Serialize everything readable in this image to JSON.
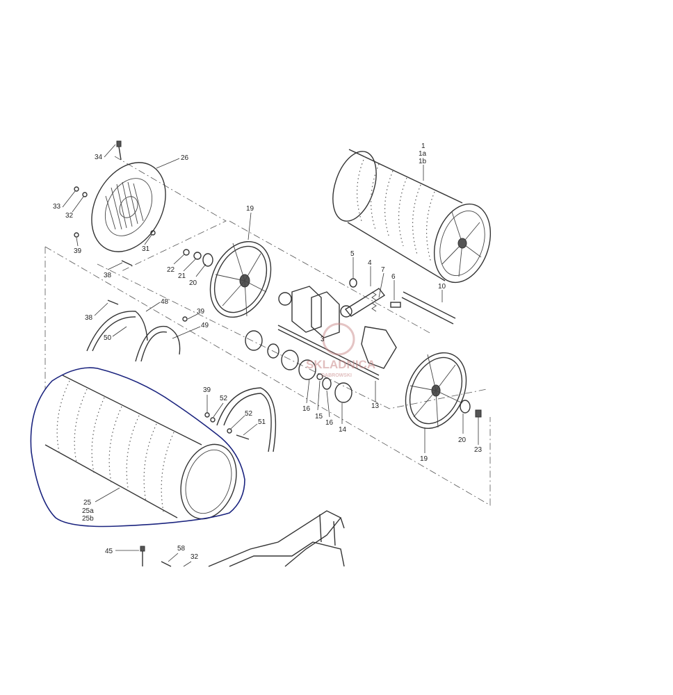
{
  "watermark": {
    "brand": "SKLADNICA",
    "sub": "DĄBROWSKI"
  },
  "highlight_color": "#1a237e",
  "labels": {
    "p34": "34",
    "p26": "26",
    "p33": "33",
    "p32a": "32",
    "p39a": "39",
    "p31": "31",
    "p38a": "38",
    "p22": "22",
    "p21": "21",
    "p20a": "20",
    "p19a": "19",
    "p1": "1",
    "p1a": "1a",
    "p1b": "1b",
    "p5": "5",
    "p4": "4",
    "p7": "7",
    "p6": "6",
    "p10": "10",
    "p3": "3",
    "p48": "48",
    "p38b": "38",
    "p39b": "39",
    "p49": "49",
    "p50": "50",
    "p16a": "16",
    "p15": "15",
    "p16b": "16",
    "p14": "14",
    "p13": "13",
    "p39c": "39",
    "p52a": "52",
    "p52b": "52",
    "p51": "51",
    "p20b": "20",
    "p23": "23",
    "p19b": "19",
    "p25": "25",
    "p25a": "25a",
    "p25b": "25b",
    "p45": "45",
    "p58": "58",
    "p32b": "32"
  }
}
